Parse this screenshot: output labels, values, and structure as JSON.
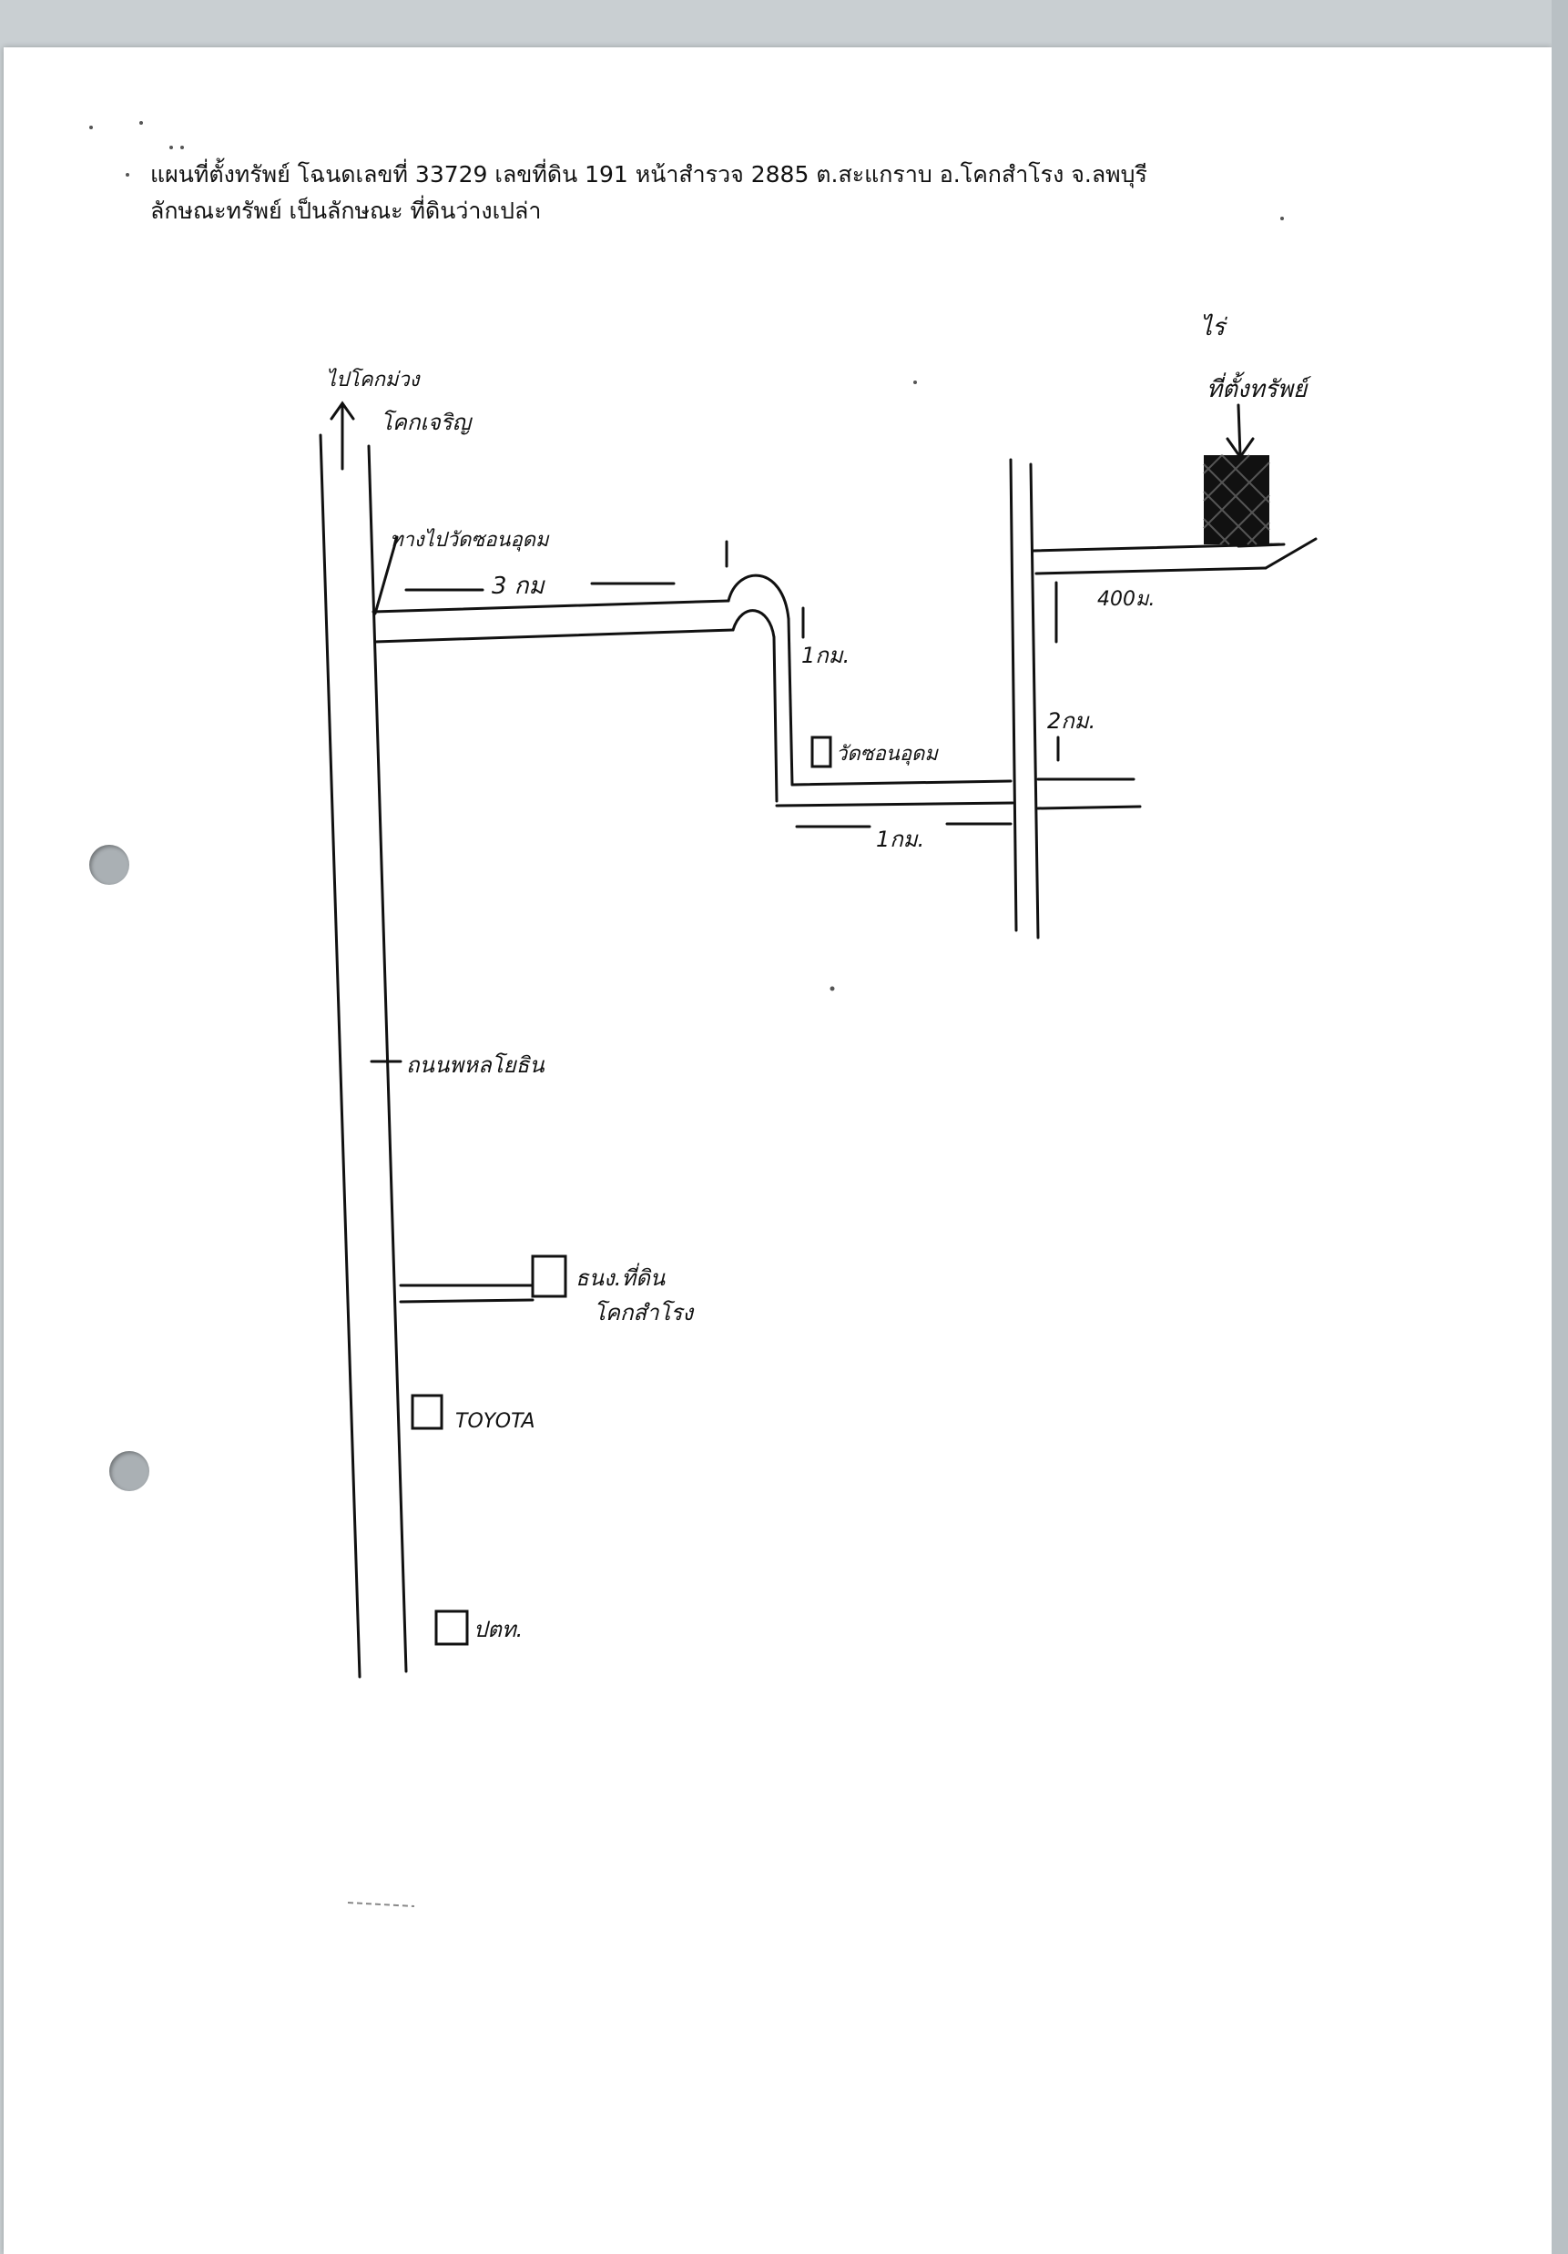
{
  "header": {
    "line1": "แผนที่ตั้งทรัพย์ โฉนดเลขที่ 33729  เลขที่ดิน 191  หน้าสำรวจ 2885  ต.สะแกราบ อ.โคกสำโรง จ.ลพบุรี",
    "line2": "ลักษณะทรัพย์ เป็นลักษณะ ที่ดินว่างเปล่า"
  },
  "map": {
    "labels": {
      "to_north": "ไปโคกม่วง",
      "north_town": "โคกเจริญ",
      "turn_label": "ทางไปวัดซอนอุดม",
      "dist_3km": "3 กม",
      "dist_1km_a": "1กม.",
      "temple": "วัดซอนอุดม",
      "dist_1km_b": "1กม.",
      "dist_2km": "2กม.",
      "dist_400m": "400ม.",
      "property": "ที่ตั้งทรัพย์",
      "property_word": "ไร่",
      "main_road": "ถนนพหลโยธิน",
      "bank_line1": "ธนง.ที่ดิน",
      "bank_line2": "โคกสำโรง",
      "toyota": "TOYOTA",
      "ptt": "ปตท."
    }
  }
}
